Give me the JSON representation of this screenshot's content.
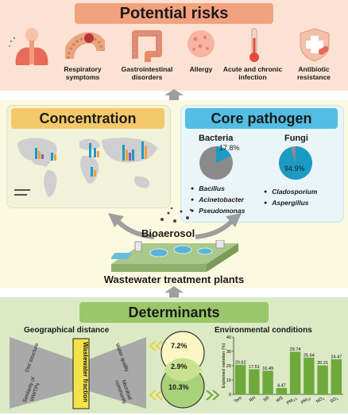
{
  "risks": {
    "title": "Potential risks",
    "items": [
      {
        "label": "Respiratory symptoms",
        "icon": "respiratory-icon"
      },
      {
        "label": "Gastrointestinal disorders",
        "icon": "intestine-icon"
      },
      {
        "label": "Allergy",
        "icon": "allergen-icon"
      },
      {
        "label": "Acute and chronic infection",
        "icon": "thermometer-icon"
      },
      {
        "label": "Antibiotic resistance",
        "icon": "shield-icon"
      }
    ]
  },
  "concentration": {
    "title": "Concentration"
  },
  "core_pathogen": {
    "title": "Core pathogen",
    "bacteria": {
      "title": "Bacteria",
      "share": 17.8,
      "share_label": "17.8%",
      "genera": [
        "Bacillus",
        "Acinetobacter",
        "Pseudomonas"
      ]
    },
    "fungi": {
      "title": "Fungi",
      "share": 94.9,
      "share_label": "94.9%",
      "genera": [
        "Cladosporium",
        "Aspergillus"
      ]
    }
  },
  "bioaerosol": "Bioaerosol",
  "wwtp": "Wastewater treatment plants",
  "determinants": {
    "title": "Determinants",
    "geo": {
      "title": "Geographical distance",
      "left_labels": [
        "Dist structure",
        "Similarity of WWTPs"
      ],
      "center_label": "Wastewater fraction",
      "right_labels": [
        "Water quality",
        "Microbial community"
      ]
    },
    "venn": {
      "top": "7.2%",
      "overlap": "2.9%",
      "bottom": "10.3%"
    },
    "env": {
      "title": "Environmental conditions"
    }
  },
  "chart_data": {
    "type": "bar",
    "categories": [
      "Tem",
      "RH",
      "SR",
      "WS",
      "PM2.5",
      "PM10",
      "NO2",
      "SO2"
    ],
    "values": [
      20.62,
      17.51,
      16.49,
      4.47,
      29.74,
      25.64,
      20.21,
      24.47
    ],
    "value_labels": [
      "20.62",
      "17.51",
      "16.49",
      "4.47",
      "29.74",
      "25.64",
      "20.21",
      "24.47"
    ],
    "tick_labels": [
      "Tem",
      "RH",
      "SR",
      "WS",
      "PM",
      "PM",
      "NO",
      "SO"
    ],
    "tick_subscripts": [
      "",
      "",
      "",
      "",
      "2.5",
      "10",
      "2",
      "2"
    ],
    "ylabel": "Explained variation (%)",
    "ylim": [
      0,
      40
    ],
    "yticks": [
      "0",
      "10",
      "20",
      "30",
      "40"
    ],
    "color": "#6daa3a"
  }
}
